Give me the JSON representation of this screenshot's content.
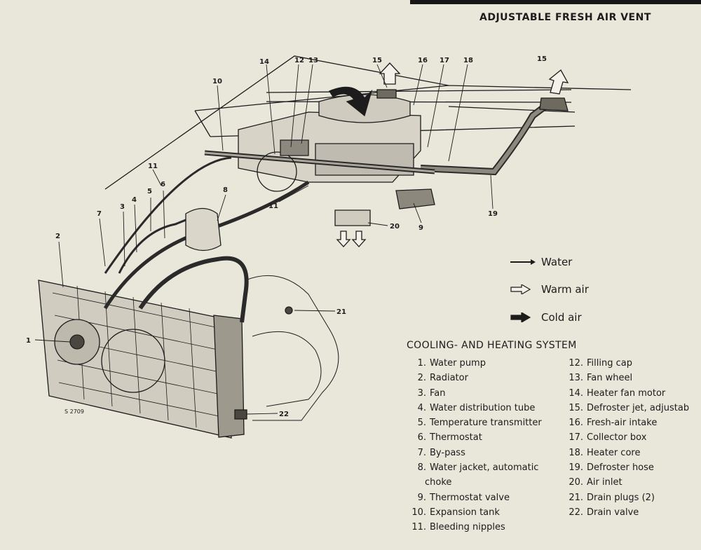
{
  "header": {
    "title": "ADJUSTABLE FRESH AIR VENT"
  },
  "figure": {
    "code": "S 2709"
  },
  "callouts": [
    "1",
    "2",
    "3",
    "4",
    "5",
    "6",
    "7",
    "8",
    "9",
    "10",
    "11",
    "11",
    "12",
    "13",
    "14",
    "15",
    "15",
    "16",
    "17",
    "18",
    "19",
    "20",
    "21",
    "22"
  ],
  "legend": {
    "water": "Water",
    "warm_air": "Warm air",
    "cold_air": "Cold air"
  },
  "parts_list": {
    "title": "COOLING- AND HEATING SYSTEM",
    "left": [
      {
        "num": "1.",
        "text": "Water pump"
      },
      {
        "num": "2.",
        "text": "Radiator"
      },
      {
        "num": "3.",
        "text": "Fan"
      },
      {
        "num": "4.",
        "text": "Water distribution tube"
      },
      {
        "num": "5.",
        "text": "Temperature transmitter"
      },
      {
        "num": "6.",
        "text": "Thermostat"
      },
      {
        "num": "7.",
        "text": "By-pass"
      },
      {
        "num": "8.",
        "text": "Water jacket, automatic",
        "cont": "choke"
      },
      {
        "num": "9.",
        "text": "Thermostat valve"
      },
      {
        "num": "10.",
        "text": "Expansion tank"
      },
      {
        "num": "11.",
        "text": "Bleeding nipples"
      }
    ],
    "right": [
      {
        "num": "12.",
        "text": "Filling cap"
      },
      {
        "num": "13.",
        "text": "Fan wheel"
      },
      {
        "num": "14.",
        "text": "Heater fan motor"
      },
      {
        "num": "15.",
        "text": "Defroster jet, adjustab"
      },
      {
        "num": "16.",
        "text": "Fresh-air intake"
      },
      {
        "num": "17.",
        "text": "Collector box"
      },
      {
        "num": "18.",
        "text": "Heater core"
      },
      {
        "num": "19.",
        "text": "Defroster hose"
      },
      {
        "num": "20.",
        "text": "Air inlet"
      },
      {
        "num": "21.",
        "text": "Drain plugs (2)"
      },
      {
        "num": "22.",
        "text": "Drain valve"
      }
    ]
  },
  "colors": {
    "background": "#e9e6da",
    "ink": "#1c1c1c"
  }
}
